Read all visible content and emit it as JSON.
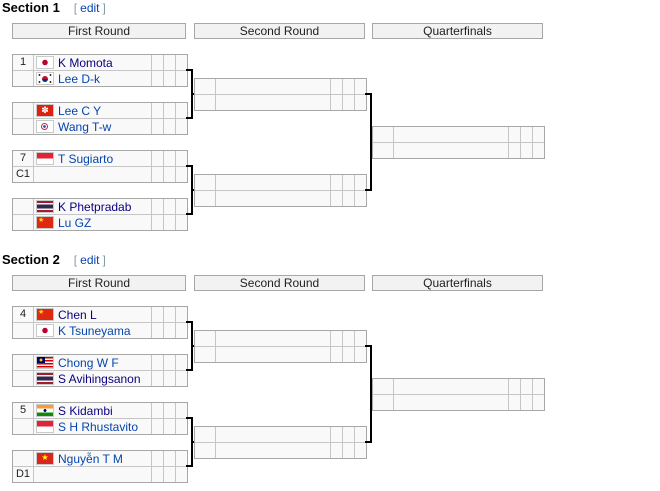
{
  "colors": {
    "link": "#0645ad",
    "visited_link": "#0b0080",
    "bracket_line": "#000000",
    "header_bg": "#f2f2f2",
    "cell_bg": "#f9f9f9",
    "border": "#a7a7a7"
  },
  "sections": [
    {
      "title": "Section 1",
      "edit": {
        "open": "[",
        "label": "edit",
        "close": "]"
      },
      "headers": {
        "first_round": "First Round",
        "second_round": "Second Round",
        "quarterfinals": "Quarterfinals"
      },
      "matches": [
        {
          "rows": [
            {
              "seed": "1",
              "flag": "jpn",
              "name": "K Momota",
              "visited": "true"
            },
            {
              "seed": "",
              "flag": "kor",
              "name": "Lee D-k",
              "visited": "false"
            }
          ]
        },
        {
          "rows": [
            {
              "seed": "",
              "flag": "hkg",
              "name": "Lee C Y",
              "visited": "false"
            },
            {
              "seed": "",
              "flag": "tpe",
              "name": "Wang T-w",
              "visited": "false"
            }
          ]
        },
        {
          "rows": [
            {
              "seed": "7",
              "flag": "ina",
              "name": "T Sugiarto",
              "visited": "false"
            },
            {
              "seed": "C1",
              "flag": "",
              "name": "",
              "visited": "false"
            }
          ]
        },
        {
          "rows": [
            {
              "seed": "",
              "flag": "tha",
              "name": "K Phetpradab",
              "visited": "true"
            },
            {
              "seed": "",
              "flag": "chn",
              "name": "Lu GZ",
              "visited": "false"
            }
          ]
        }
      ]
    },
    {
      "title": "Section 2",
      "edit": {
        "open": "[",
        "label": "edit",
        "close": "]"
      },
      "headers": {
        "first_round": "First Round",
        "second_round": "Second Round",
        "quarterfinals": "Quarterfinals"
      },
      "matches": [
        {
          "rows": [
            {
              "seed": "4",
              "flag": "chn",
              "name": "Chen L",
              "visited": "true"
            },
            {
              "seed": "",
              "flag": "jpn",
              "name": "K Tsuneyama",
              "visited": "false"
            }
          ]
        },
        {
          "rows": [
            {
              "seed": "",
              "flag": "mas",
              "name": "Chong W F",
              "visited": "false"
            },
            {
              "seed": "",
              "flag": "tha",
              "name": "S Avihingsanon",
              "visited": "true"
            }
          ]
        },
        {
          "rows": [
            {
              "seed": "5",
              "flag": "ind",
              "name": "S Kidambi",
              "visited": "true"
            },
            {
              "seed": "",
              "flag": "ina",
              "name": "S H Rhustavito",
              "visited": "false"
            }
          ]
        },
        {
          "rows": [
            {
              "seed": "",
              "flag": "vie",
              "name": "Nguyễn T M",
              "visited": "false"
            },
            {
              "seed": "D1",
              "flag": "",
              "name": "",
              "visited": "false"
            }
          ]
        }
      ]
    }
  ]
}
